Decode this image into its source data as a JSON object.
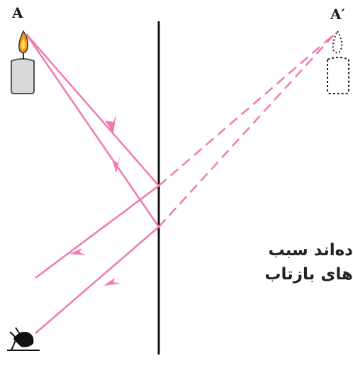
{
  "labels": {
    "object": "A",
    "image": "A′"
  },
  "text_lines": [
    "ده‌اند سبب",
    "های بازتاب"
  ],
  "colors": {
    "ray": "#f07ab0",
    "mirror": "#111111",
    "candle_body": "#d9d9d9",
    "flame_outer": "#f29a1e",
    "flame_inner": "#ffd84a"
  },
  "icons": {
    "candle": "candle-icon",
    "virtual_candle": "virtual-candle-icon",
    "eye": "eye-icon"
  }
}
